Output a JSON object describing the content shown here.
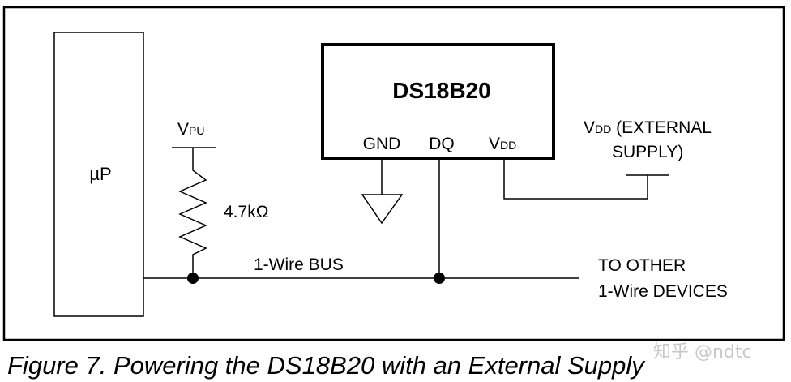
{
  "diagram": {
    "up_label": "µP",
    "chip_label": "DS18B20",
    "pin_gnd": "GND",
    "pin_dq": "DQ",
    "pin_vdd_main": "V",
    "pin_vdd_sub": "DD",
    "vpu_main": "V",
    "vpu_sub": "PU",
    "resistor_value": "4.7kΩ",
    "bus_label": "1-Wire BUS",
    "ext_vdd_main": "V",
    "ext_vdd_sub": "DD",
    "ext_vdd_rest": " (EXTERNAL",
    "ext_supply": "SUPPLY)",
    "to_other_line1": "TO OTHER",
    "to_other_line2": "1-Wire DEVICES"
  },
  "caption": "Figure 7. Powering the DS18B20 with an External Supply",
  "watermark": "知乎 @ndtc"
}
